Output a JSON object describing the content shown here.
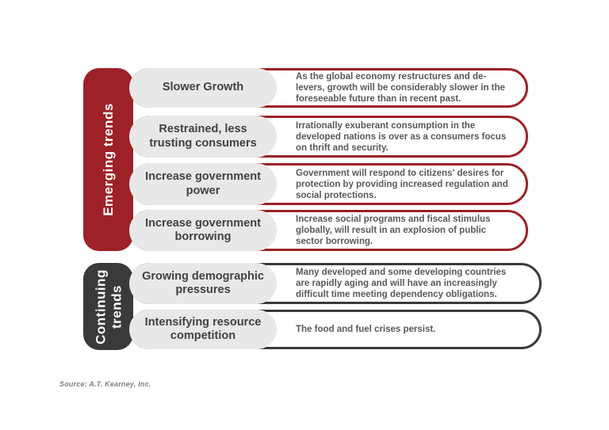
{
  "colors": {
    "emerging_accent": "#9d2126",
    "continuing_accent": "#3a3a3a",
    "pill_background": "#e9e8e8",
    "title_text": "#414042",
    "description_text": "#58595b"
  },
  "groups": [
    {
      "id": "emerging",
      "label": "Emerging trends",
      "rows": [
        {
          "title": "Slower Growth",
          "description": "As the global economy restructures and de-levers, growth will be considerably slower in the foreseeable future than in recent past."
        },
        {
          "title": "Restrained, less trusting consumers",
          "description": "Irrationally exuberant consumption in the developed nations is over as a consumers focus on thrift and security."
        },
        {
          "title": "Increase government power",
          "description": "Government will respond to citizens' desires for protection by providing increased regulation and social protections."
        },
        {
          "title": "Increase government borrowing",
          "description": "Increase social programs and fiscal stimulus globally, will result in an explosion of public sector borrowing."
        }
      ]
    },
    {
      "id": "continuing",
      "label": "Continuing trends",
      "rows": [
        {
          "title": "Growing demographic pressures",
          "description": "Many developed and some developing countries are rapidly aging and will have an increasingly difficult time meeting dependency obligations."
        },
        {
          "title": "Intensifying resource competition",
          "description": "The food and fuel crises persist."
        }
      ]
    }
  ],
  "source_note": "Source: A.T. Kearney, Inc."
}
